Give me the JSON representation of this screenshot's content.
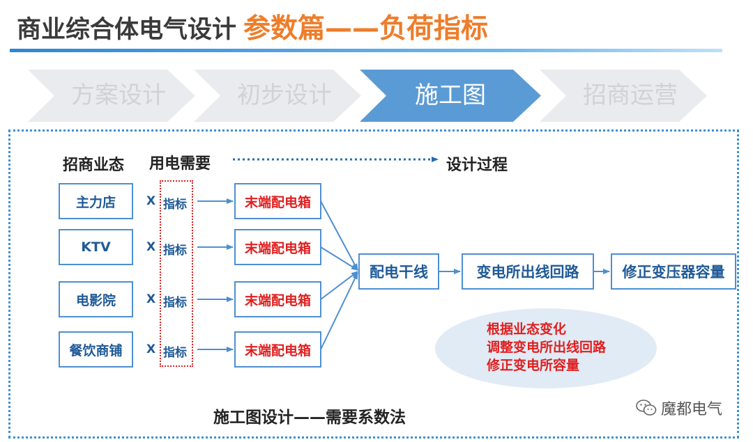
{
  "title": {
    "main": "商业综合体电气设计",
    "accent": "参数篇——负荷指标"
  },
  "steps": [
    {
      "label": "方案设计",
      "active": false
    },
    {
      "label": "初步设计",
      "active": false
    },
    {
      "label": "施工图",
      "active": true
    },
    {
      "label": "招商运营",
      "active": false
    }
  ],
  "headers": {
    "format": "招商业态",
    "demand": "用电需要",
    "process": "设计过程"
  },
  "stores": [
    "主力店",
    "KTV",
    "电影院",
    "餐饮商铺"
  ],
  "multiply": "X",
  "indicator": "指标",
  "end_box": "末端配电箱",
  "flow": {
    "trunk": "配电干线",
    "circuit": "变电所出线回路",
    "transformer": "修正变压器容量"
  },
  "note": [
    "根据业态变化",
    "调整变电所出线回路",
    "修正变电所容量"
  ],
  "caption": "施工图设计——需要系数法",
  "watermark": "魔都电气",
  "colors": {
    "accent_orange": "#ee7d2a",
    "blue": "#4d8fd0",
    "red": "#e01f1f",
    "step_active": "#5b9bd5",
    "step_inactive": "#e9ebee"
  }
}
